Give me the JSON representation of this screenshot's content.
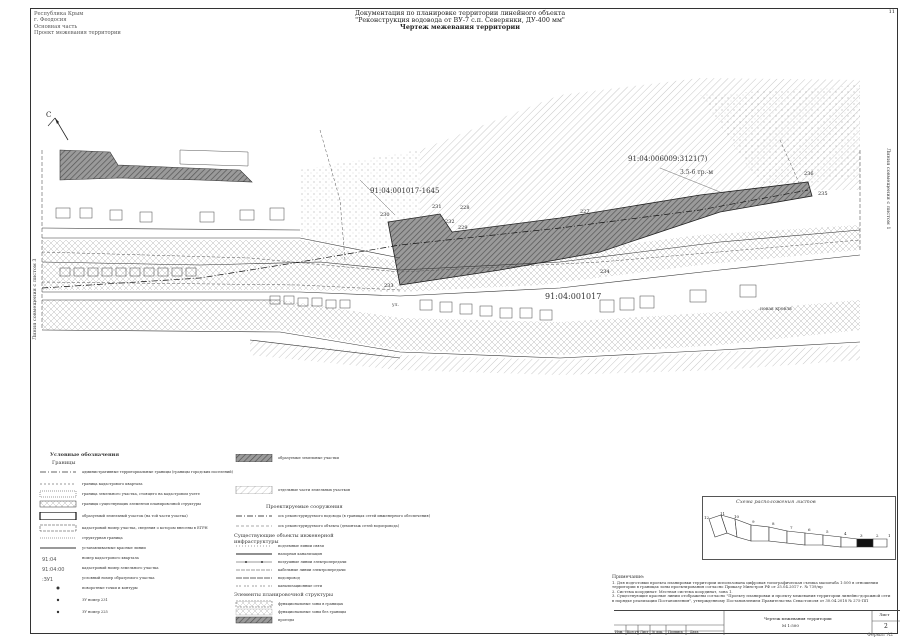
{
  "header": {
    "left_lines": [
      "Республика Крым",
      "г. Феодосия",
      "Основная часть",
      "Проект межевания территории"
    ],
    "title_lines": [
      "Документация по планировке территории линейного объекта",
      "\"Реконструкция водовода от ВУ-7 с.п. Северянки, ДУ-400 мм\"",
      "Чертеж межевания территории"
    ],
    "sheet_no": "11"
  },
  "map": {
    "north_label": "С",
    "parcel_labels": [
      "91:04:001017-1645",
      "91:04:006009:3121(7)",
      "91:04:001017"
    ],
    "point_labels": [
      "230",
      "231",
      "228",
      "229",
      "232",
      "233",
      "234",
      "235",
      "236",
      "227"
    ],
    "road_label": "3.5-6 тр.-м",
    "boundary_left": "Линия совмещения с листом 3",
    "boundary_right": "Линия совмещения с листом 1",
    "misc_labels": [
      "новая кровля",
      "ул."
    ]
  },
  "legend": {
    "heading": "Условные обозначения",
    "group_boundaries": "Границы",
    "items_left": [
      "административные территориальные границы (границы городских поселений)",
      "граница кадастрового квартала",
      "граница земельного участка, стоящего на кадастровом учете",
      "границы существующих элементов планировочной структуры",
      "образуемый земельный участок (на той части участка)",
      "кадастровый номер участка, сведения о котором внесены в ЕГРН",
      "структурная граница",
      "устанавливаемые красные линии",
      "номер кадастрового квартала",
      "кадастровый номер земельного участка",
      "условный номер образуемого участка",
      "поворотные точки и контуры",
      "ЗУ номер 231",
      "ЗУ номер 225"
    ],
    "items_right": [
      "образуемые земельные участки",
      "отдельные части земельных участков"
    ],
    "group_projected": "Проектируемые сооружения",
    "projected_items": [
      "ось реконструируемого водовода (в границах сетей инженерного обеспечения)",
      "ось реконструируемого объекта (демонтаж сетей водопровода)"
    ],
    "group_existing": "Существующие объекты инженерной инфраструктуры",
    "existing_items": [
      "подземные линии связи",
      "напорная канализация",
      "воздушные линии электропередачи",
      "кабельные линии электропередачи",
      "водопровод",
      "канализационные сети"
    ],
    "group_planning": "Элементы планировочной структуры",
    "planning_items": [
      "функциональные зоны в границах",
      "функциональные зоны без границы",
      "проезды"
    ]
  },
  "scheme": {
    "title": "Схема расположения листов",
    "sheet_numbers": [
      "1",
      "2",
      "3",
      "4",
      "5",
      "6",
      "7",
      "8",
      "9",
      "10",
      "11",
      "12"
    ]
  },
  "notes": {
    "heading": "Примечание:",
    "lines": [
      "1. Для подготовки проекта планировки территории использована цифровая топографическая съемка масштаба 1:500 в отношении",
      "территории в границах зоны проектирования согласно Приказу Минстроя РФ от 25.04.2017 г. № 739/пр",
      "2. Система координат: Местная система координат, зона 1.",
      "3. Существующие красные линии отображены согласно \"Проекту планировки и проекту межевания территории линейно-дорожной сети",
      "в порядке реализации Постановления\", утвержденному Постановлением Правительства Севастополя от 30.04.2018 № 275-ПП"
    ]
  },
  "stamp": {
    "columns": [
      "Изм.",
      "Кол.уч",
      "Лист",
      "№ док.",
      "Подпись",
      "Дата"
    ],
    "title": "Чертеж межевания территории",
    "sheet_label": "Лист",
    "sheet_value": "2",
    "m_label": "М 1:500"
  },
  "format": "Формат А2"
}
